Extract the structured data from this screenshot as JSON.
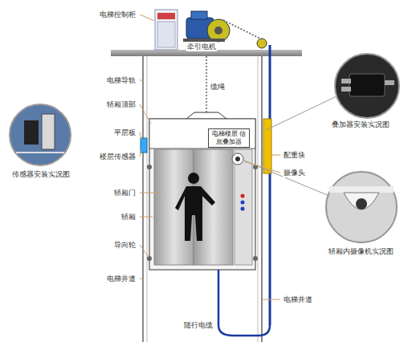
{
  "diagram": {
    "nodes": [
      {
        "text": [
          "电梯楼层 信息叠加器"
        ]
      }
    ],
    "labels": [
      "电梯控制柜",
      "牵引电机",
      "电梯导轨",
      "缆绳",
      "轿厢顶部",
      "平层板",
      "楼层传感器",
      "轿厢门",
      "轿厢",
      "导向轮",
      "电梯井道",
      "随行电缆",
      "电梯井道",
      "配重块",
      "摄像头",
      "叠加器安装实况图",
      "传感器安装实况图",
      "轿厢内摄像机实况图"
    ]
  }
}
